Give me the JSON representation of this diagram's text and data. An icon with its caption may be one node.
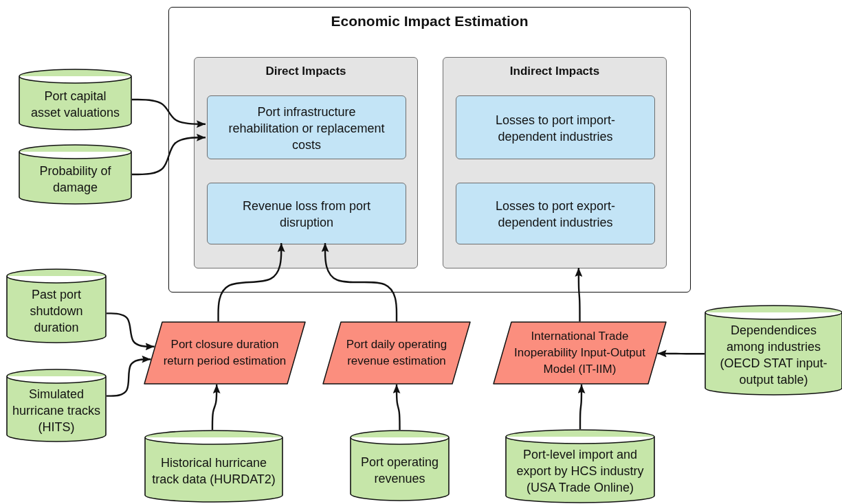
{
  "diagram": {
    "nodes": [
      {
        "text": [
          "Economic Impact Estimation"
        ]
      },
      {
        "text": [
          "Direct Impacts"
        ],
        "in": 0
      },
      {
        "text": [
          "Port infrastructure rehabilitation or replacement costs"
        ],
        "in": 1
      },
      {
        "text": [
          "Revenue loss from port disruption"
        ],
        "in": 1
      },
      {
        "text": [
          "Indirect Impacts"
        ],
        "in": 0
      },
      {
        "text": [
          "Losses to port import-dependent industries"
        ],
        "in": 4
      },
      {
        "text": [
          "Losses to port export-dependent industries"
        ],
        "in": 4
      },
      {
        "text": [
          "Port capital asset valuations"
        ]
      },
      {
        "text": [
          "Probability of damage"
        ]
      },
      {
        "text": [
          "Past port shutdown duration"
        ]
      },
      {
        "text": [
          "Simulated hurricane tracks (HITS)"
        ]
      },
      {
        "text": [
          "Port closure duration return period estimation"
        ]
      },
      {
        "text": [
          "Port daily operating revenue estimation"
        ]
      },
      {
        "text": [
          "International Trade Inoperability Input-Output Model (IT-IIM)"
        ]
      },
      {
        "text": [
          "Dependendices among industries (OECD STAT input-output table)"
        ]
      },
      {
        "text": [
          "Historical hurricane track data (HURDAT2)"
        ]
      },
      {
        "text": [
          "Port operating revenues"
        ]
      },
      {
        "text": [
          "Port-level import and export by HCS industry (USA Trade Online)"
        ]
      }
    ],
    "edges": [
      {
        "from": 7,
        "to": 2,
        "arrow": "to"
      },
      {
        "from": 8,
        "to": 2,
        "arrow": "to"
      },
      {
        "from": 9,
        "to": 11,
        "arrow": "to"
      },
      {
        "from": 10,
        "to": 11,
        "arrow": "to"
      },
      {
        "from": 15,
        "to": 11,
        "arrow": "to"
      },
      {
        "from": 16,
        "to": 12,
        "arrow": "to"
      },
      {
        "from": 17,
        "to": 13,
        "arrow": "to"
      },
      {
        "from": 14,
        "to": 13,
        "arrow": "to"
      },
      {
        "from": 11,
        "to": 3,
        "arrow": "to"
      },
      {
        "from": 12,
        "to": 3,
        "arrow": "to"
      },
      {
        "from": 13,
        "to": 4,
        "arrow": "to"
      }
    ]
  }
}
